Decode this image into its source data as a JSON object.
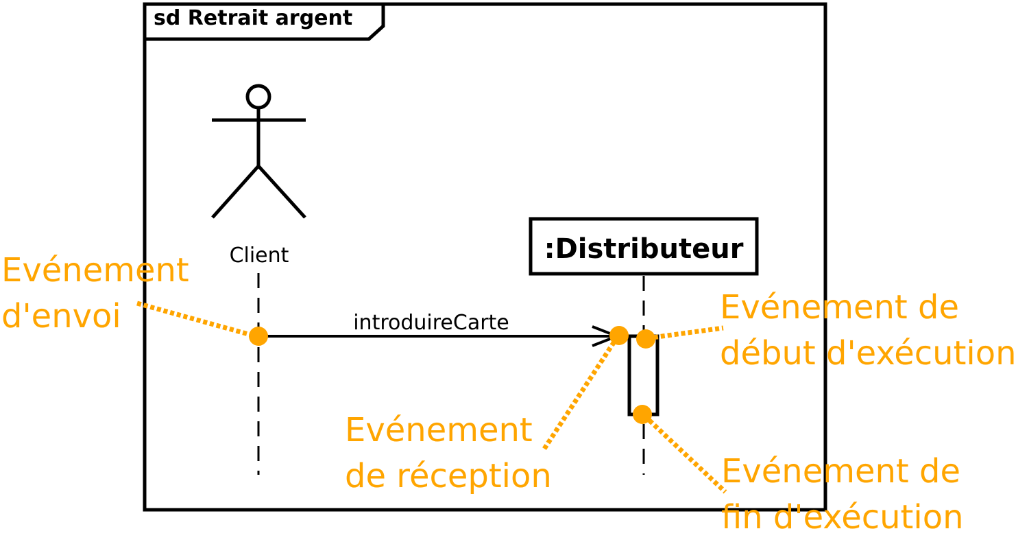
{
  "colors": {
    "ink": "#000000",
    "event": "#ffa500",
    "background": "#ffffff"
  },
  "frame": {
    "title": "sd Retrait argent"
  },
  "actor": {
    "icon": "stick-figure",
    "label": "Client"
  },
  "lifeline_object": {
    "label": ":Distributeur"
  },
  "message": {
    "label": "introduireCarte"
  },
  "callouts": {
    "send": [
      "Evénement",
      "d'envoi"
    ],
    "receive": [
      "Evénement",
      "de réception"
    ],
    "exec_start": [
      "Evénement de",
      "début d'exécution"
    ],
    "exec_end": [
      "Evénement de",
      "fin d'exécution"
    ]
  }
}
